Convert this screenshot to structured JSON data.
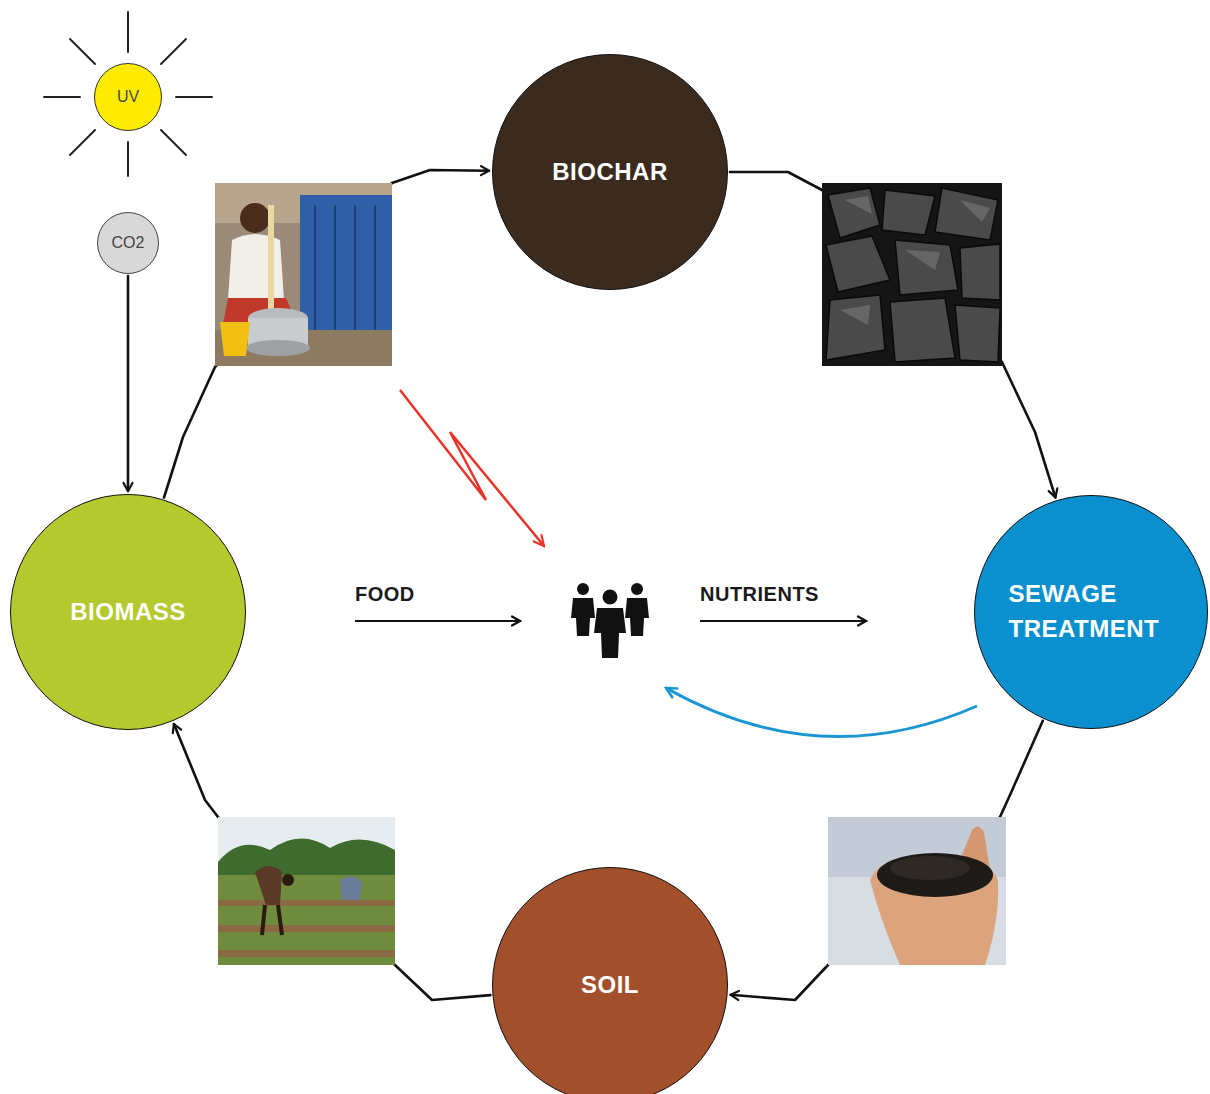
{
  "diagram": {
    "nodes": [
      {
        "text": [
          "UV"
        ]
      },
      {
        "text": [
          "BIOCHAR"
        ]
      },
      {
        "text": [
          "CO2"
        ]
      },
      {
        "text": [
          "BIOMASS"
        ]
      },
      {
        "text": [
          "SEWAGE TREATMENT"
        ]
      },
      {
        "text": [
          "SOIL"
        ]
      }
    ],
    "edges": [
      {
        "from": 2,
        "to": 3,
        "arrow": "to"
      },
      {
        "from": 3,
        "to": 1,
        "arrow": "to"
      },
      {
        "from": 1,
        "to": 4,
        "arrow": "to"
      },
      {
        "from": 4,
        "to": 5,
        "arrow": "to"
      },
      {
        "from": 5,
        "to": 3,
        "arrow": "to"
      }
    ],
    "labels": [
      "FOOD",
      "NUTRIENTS"
    ]
  }
}
